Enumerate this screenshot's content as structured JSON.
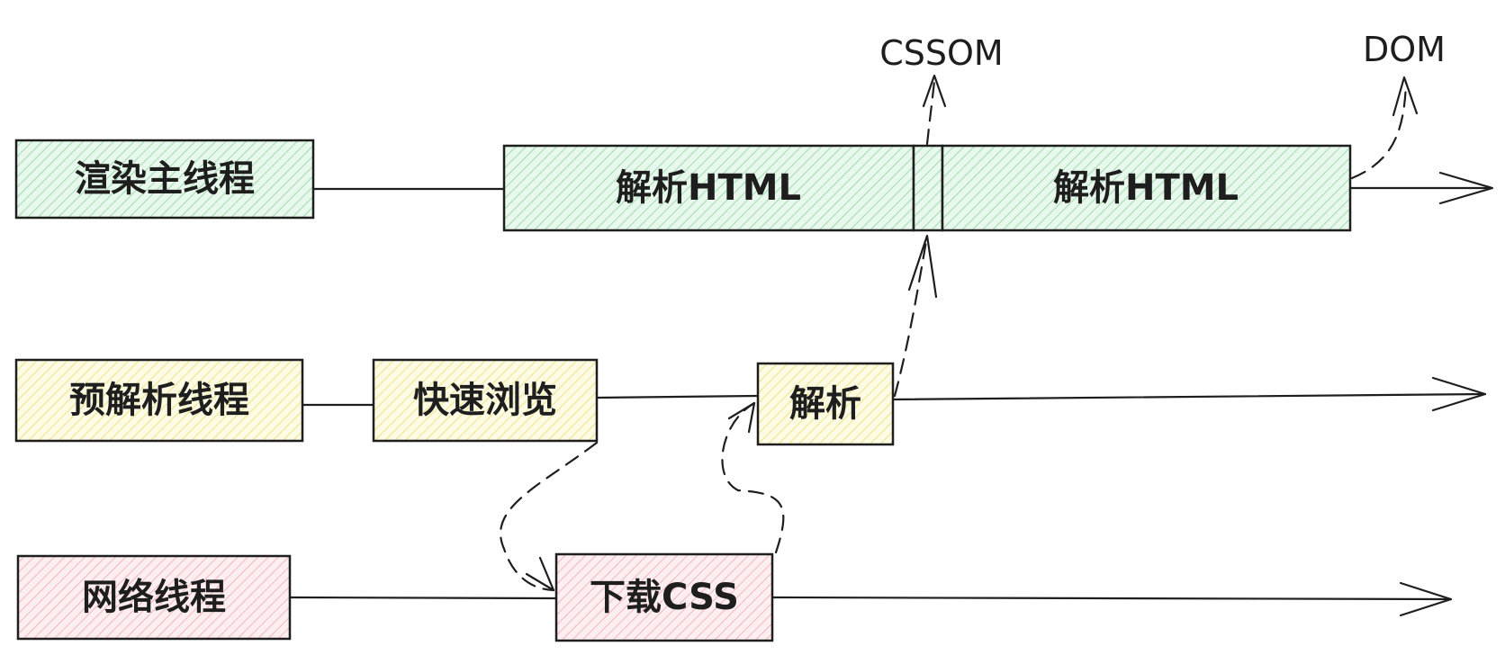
{
  "colors": {
    "green_fill": "#d3f2dc",
    "yellow_fill": "#fbf6c9",
    "pink_fill": "#fbd9de",
    "stroke": "#1e1e1e"
  },
  "lanes": {
    "main": {
      "label": "渲染主线程",
      "box1": "解析HTML",
      "box2": "解析HTML"
    },
    "preparse": {
      "label": "预解析线程",
      "box1": "快速浏览",
      "box2": "解析"
    },
    "network": {
      "label": "网络线程",
      "box1": "下载CSS"
    }
  },
  "outputs": {
    "cssom": "CSSOM",
    "dom": "DOM"
  }
}
